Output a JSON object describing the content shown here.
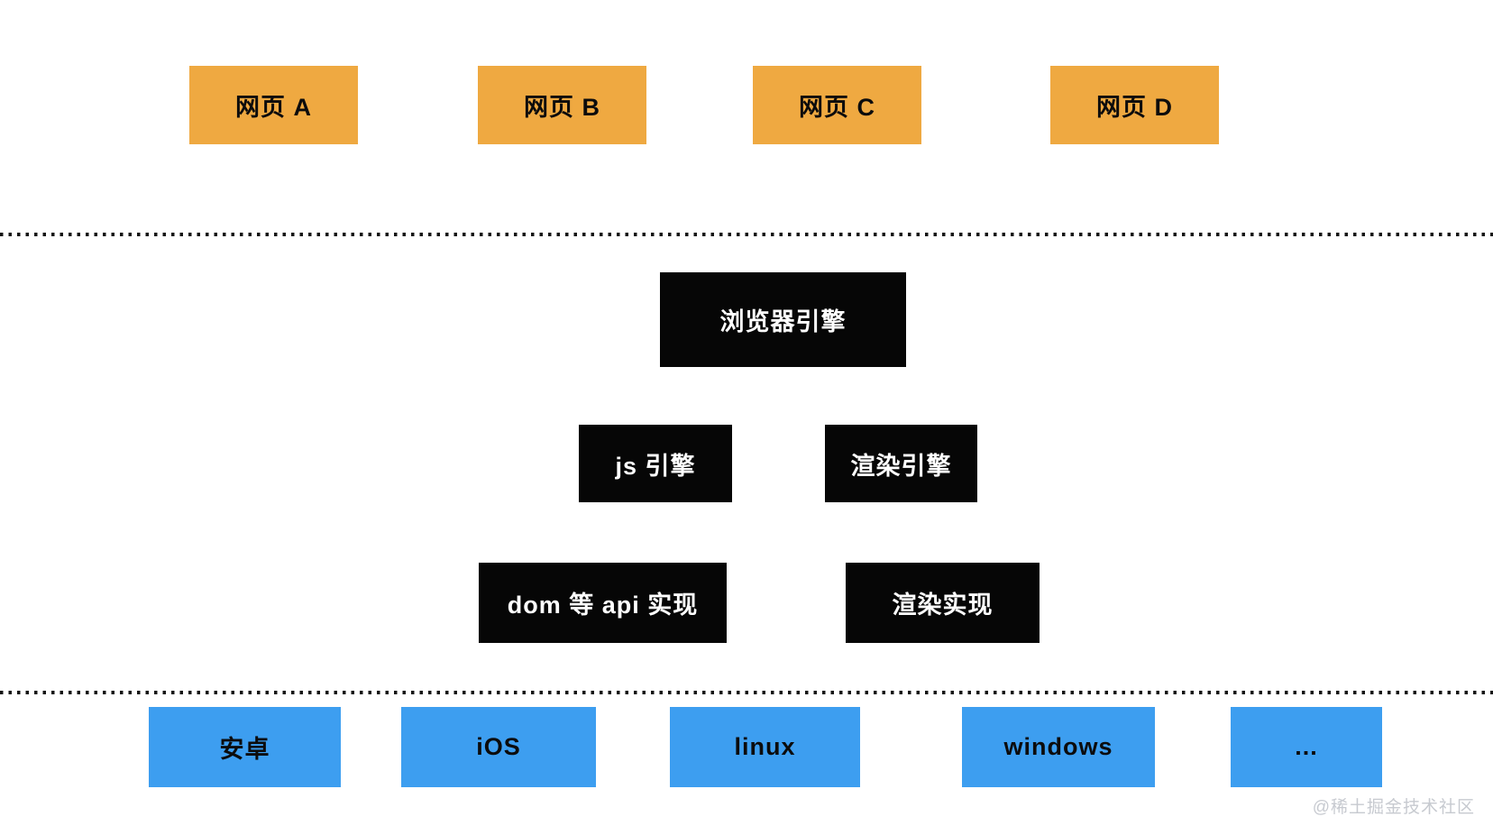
{
  "colors": {
    "webpage_box": "#efa941",
    "engine_box": "#060606",
    "engine_text": "#ffffff",
    "platform_box": "#3d9ef0",
    "box_text": "#0c0c0c",
    "divider_dot": "#111111",
    "watermark_text": "#c7cad0",
    "background": "#ffffff"
  },
  "webpage_layer": {
    "items": [
      {
        "label": "网页 A"
      },
      {
        "label": "网页 B"
      },
      {
        "label": "网页 C"
      },
      {
        "label": "网页 D"
      }
    ]
  },
  "engine_layer": {
    "browser_engine_label": "浏览器引擎",
    "js_engine_label": "js 引擎",
    "render_engine_label": "渲染引擎",
    "dom_api_label": "dom 等 api 实现",
    "render_impl_label": "渲染实现"
  },
  "platform_layer": {
    "items": [
      {
        "label": "安卓"
      },
      {
        "label": "iOS"
      },
      {
        "label": "linux"
      },
      {
        "label": "windows"
      },
      {
        "label": "..."
      }
    ]
  },
  "watermark": {
    "text": "@稀土掘金技术社区"
  }
}
